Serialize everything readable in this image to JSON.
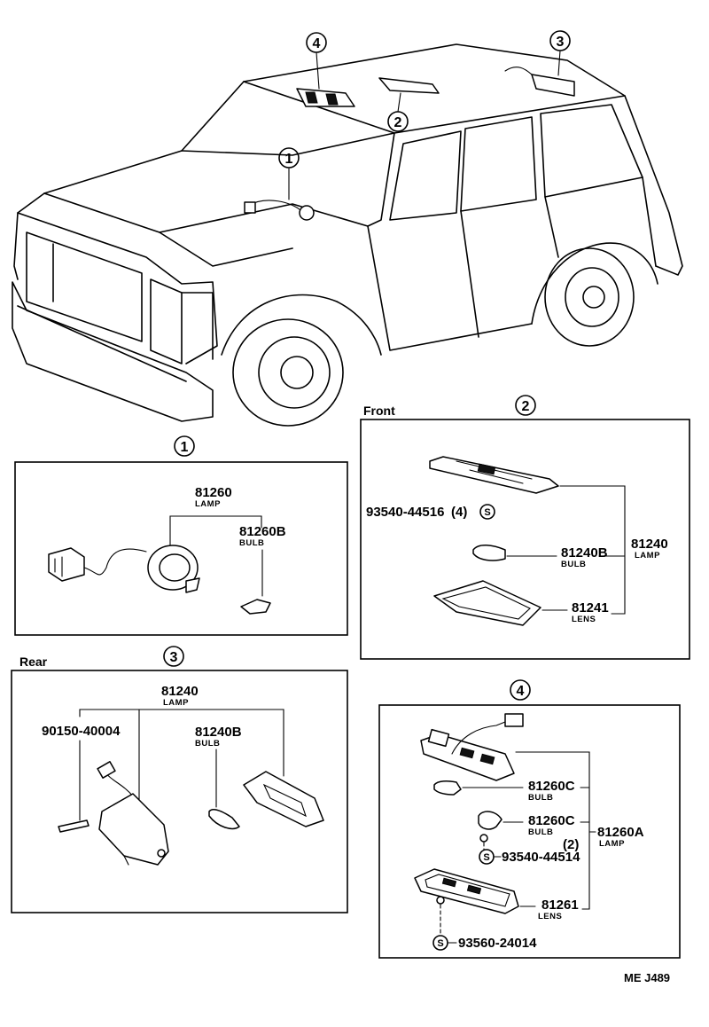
{
  "overview": {
    "callouts": [
      "1",
      "2",
      "3",
      "4"
    ]
  },
  "panel1": {
    "number": "1",
    "lamp": {
      "part_no": "81260",
      "desc": "LAMP"
    },
    "bulb": {
      "part_no": "81260B",
      "desc": "BULB"
    }
  },
  "panel2": {
    "position": "Front",
    "number": "2",
    "screw": {
      "part_no": "93540-44516",
      "qty": "(4)",
      "symbol": "S"
    },
    "bulb": {
      "part_no": "81240B",
      "desc": "BULB"
    },
    "lens": {
      "part_no": "81241",
      "desc": "LENS"
    },
    "lamp": {
      "part_no": "81240",
      "desc": "LAMP"
    }
  },
  "panel3": {
    "position": "Rear",
    "number": "3",
    "lamp": {
      "part_no": "81240",
      "desc": "LAMP"
    },
    "screw": {
      "part_no": "90150-40004"
    },
    "bulb": {
      "part_no": "81240B",
      "desc": "BULB"
    }
  },
  "panel4": {
    "number": "4",
    "bulb1": {
      "part_no": "81260C",
      "desc": "BULB"
    },
    "bulb2": {
      "part_no": "81260C",
      "desc": "BULB"
    },
    "qty": "(2)",
    "screw1": {
      "part_no": "93540-44514",
      "symbol": "S"
    },
    "lens": {
      "part_no": "81261",
      "desc": "LENS"
    },
    "lamp": {
      "part_no": "81260A",
      "desc": "LAMP"
    },
    "screw2": {
      "part_no": "93560-24014",
      "symbol": "S"
    }
  },
  "footer": {
    "code": "ME  J489"
  }
}
